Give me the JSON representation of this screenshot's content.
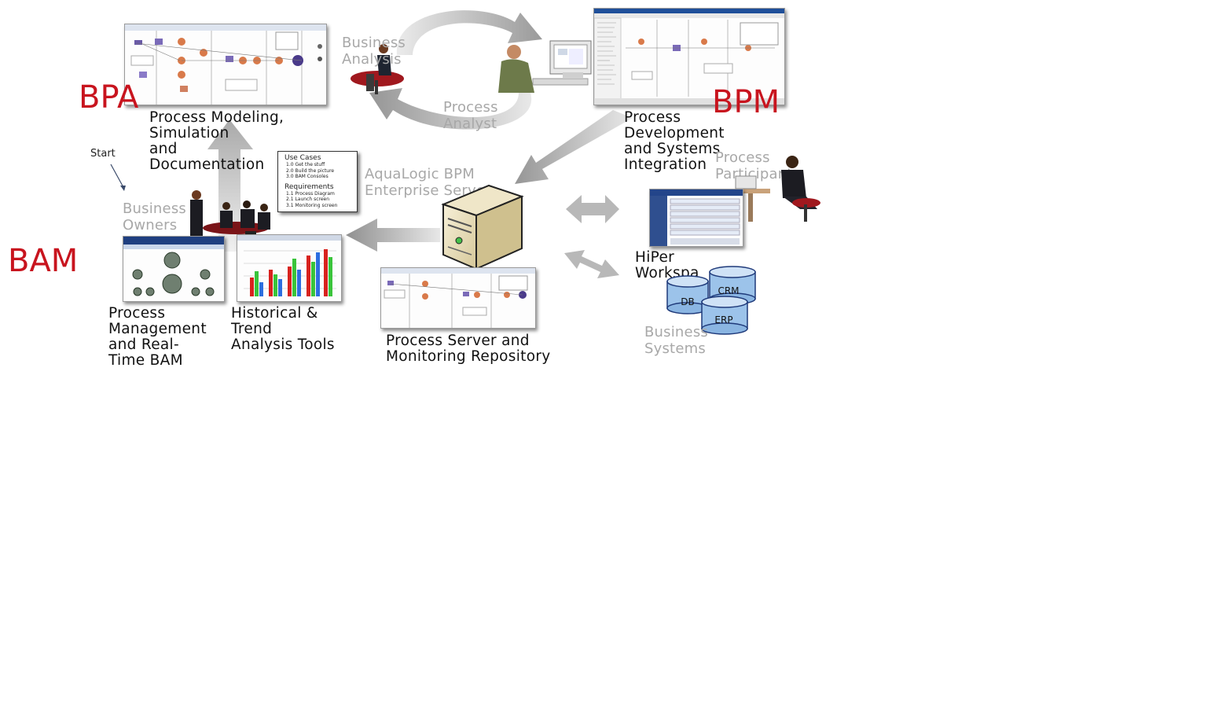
{
  "labels": {
    "bpa": "BPA",
    "bpm": "BPM",
    "bam": "BAM",
    "start": "Start"
  },
  "nodes": {
    "modeling": "Process Modeling,\nSimulation\nand\nDocumentation",
    "development": "Process\nDevelopment\nand Systems\nIntegration",
    "process_mgmt": "Process\nManagement\nand Real-\nTime BAM",
    "historical": "Historical &\nTrend\nAnalysis Tools",
    "server": "Process Server and\nMonitoring Repository",
    "hiper": "HiPer\nWorkspa"
  },
  "roles": {
    "business_analysis": "Business\nAnalysis",
    "process_analyst": "Process\nAnalyst",
    "aqualogic": "AquaLogic BPM\nEnterprise Server",
    "process_participants": "Process\nParticipants",
    "business_owners": "Business\nOwners",
    "business_systems": "Business\nSystems"
  },
  "note": {
    "use_cases_title": "Use Cases",
    "use_cases": [
      "1.0 Get the stuff",
      "2.0 Build the picture",
      "3.0 BAM Consoles"
    ],
    "requirements_title": "Requirements",
    "requirements": [
      "1.1 Process Diagram",
      "2.1 Launch screen",
      "3.1 Monitoring screen"
    ]
  },
  "databases": {
    "db": "DB",
    "crm": "CRM",
    "erp": "ERP"
  },
  "colors": {
    "accent_red": "#c8141e",
    "muted_text": "#a8a8a8",
    "arrow_gray": "#b0b0b0",
    "db_blue": "#9cc3ea"
  },
  "icons": [
    "server-icon",
    "database-icon",
    "person-icon",
    "bar-chart-icon",
    "gauge-icon"
  ]
}
